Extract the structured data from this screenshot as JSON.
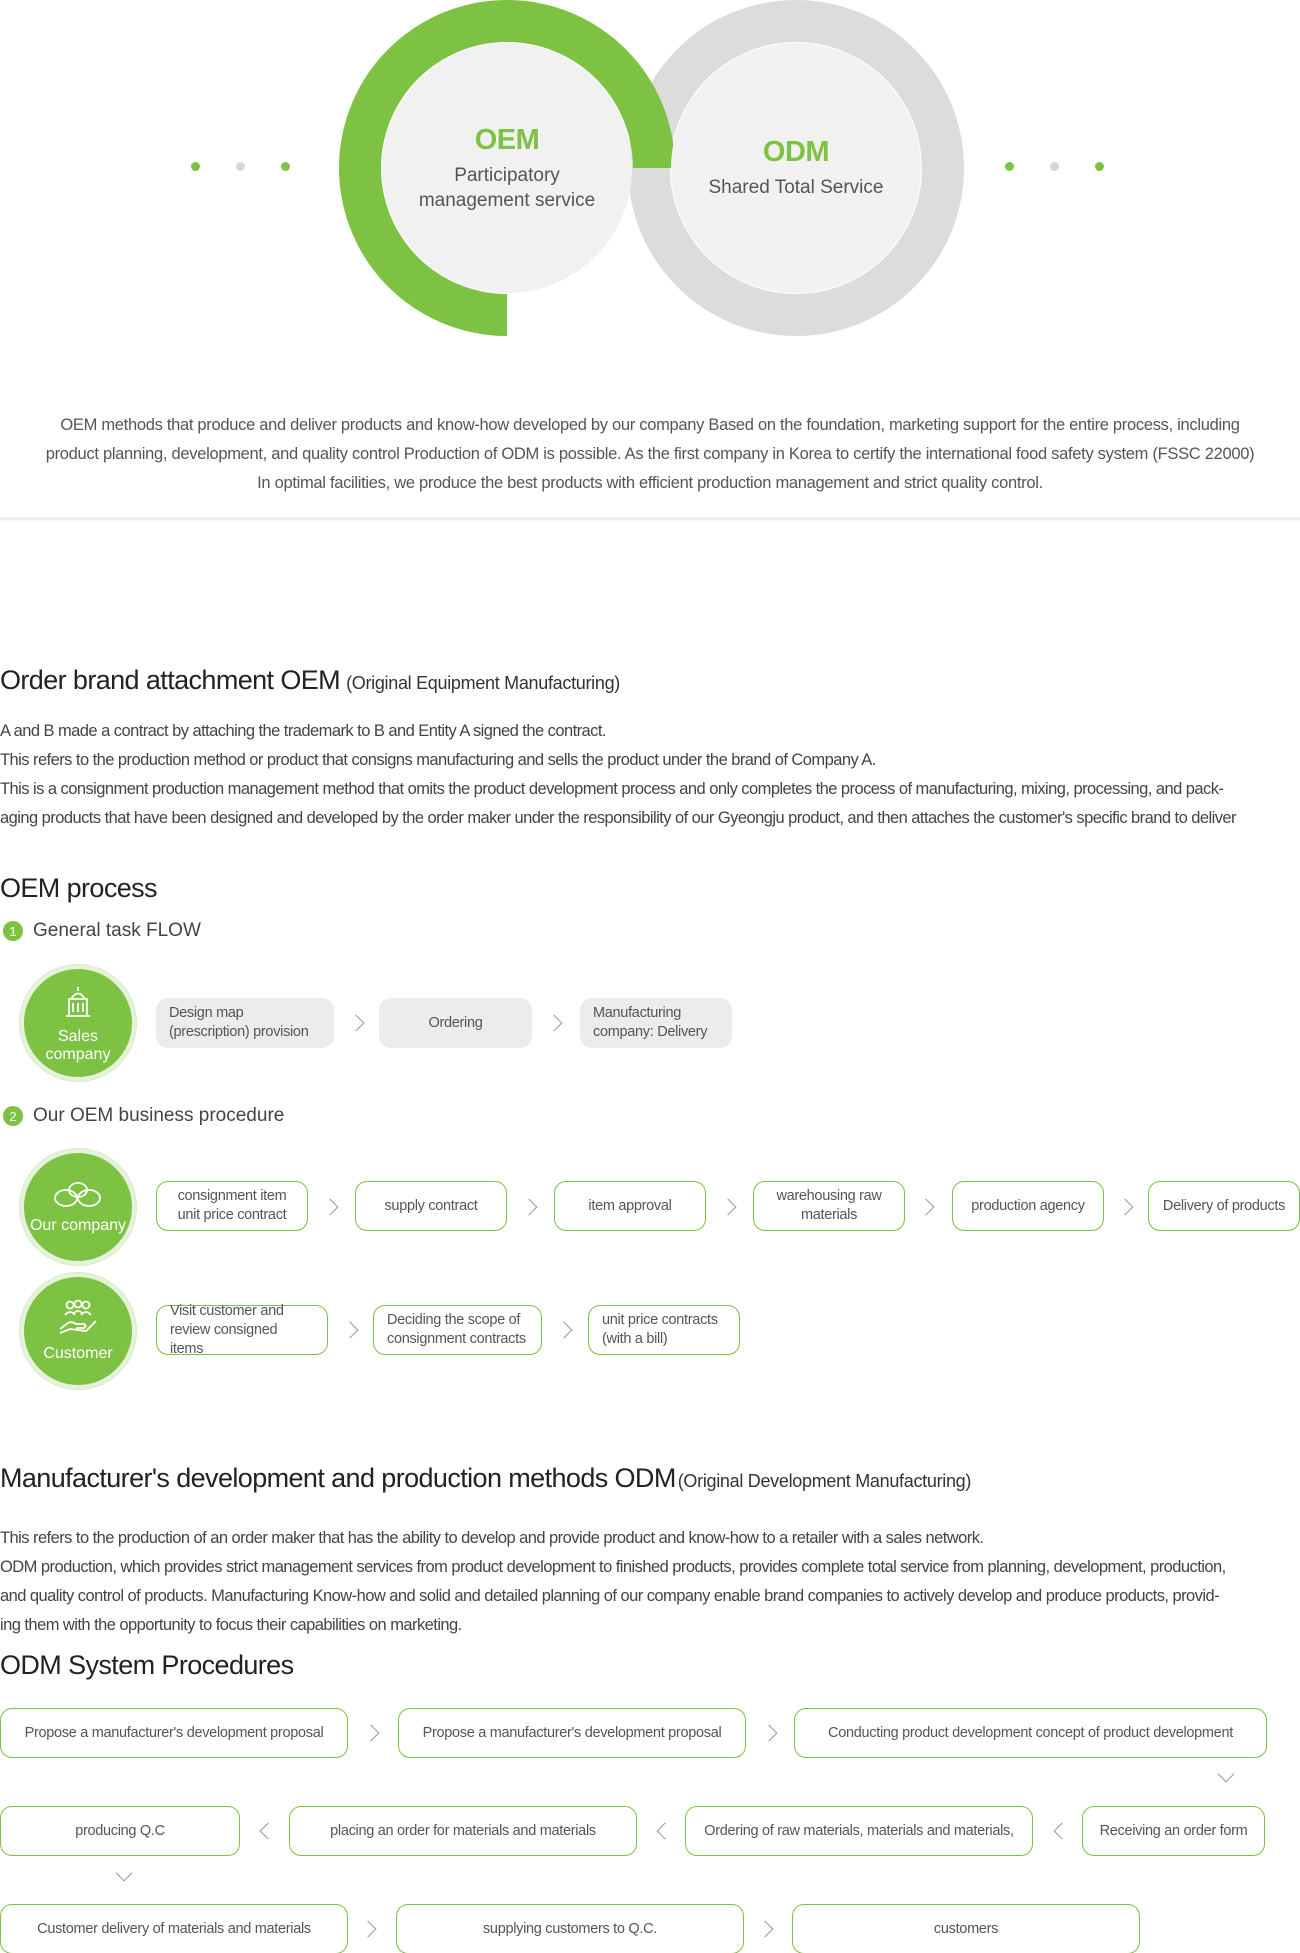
{
  "hero": {
    "oem": {
      "title": "OEM",
      "sub": "Participatory management service"
    },
    "odm": {
      "title": "ODM",
      "sub": "Shared Total Service"
    },
    "colors": {
      "accent": "#7dc242",
      "ring_gray": "#dcdcdc",
      "disc": "#f1f1f1"
    },
    "intro": "OEM methods that produce and deliver products and know-how developed by our company  Based on the foundation, marketing support for the entire process, including product planning, development, and quality control Production of ODM is possible. As the first company in Korea to certify the international food safety system (FSSC 22000) In optimal facilities, we produce the best products with efficient production management and strict quality control."
  },
  "oem": {
    "title": "Order brand attachment OEM",
    "title_note": "(Original Equipment Manufacturing)",
    "paragraphs": [
      "A and B made a contract by attaching the trademark to B and Entity A signed the contract.",
      "This refers to the production method or product that consigns manufacturing and sells the product under the brand of Company A.",
      "This is a consignment production management method that omits the product development process and only completes the process of manufacturing, mixing, processing, and pack-",
      "aging products that have been designed and developed by the order maker under the responsibility of our Gyeongju product, and then attaches the customer's specific brand to deliver"
    ],
    "process_title": "OEM process",
    "step1": {
      "num": "1",
      "label": "General task FLOW",
      "circle_label": "Sales company",
      "boxes": [
        "Design map (prescription) provision",
        "Ordering",
        "Manufacturing company: Delivery"
      ]
    },
    "step2": {
      "num": "2",
      "label": "Our OEM business procedure",
      "company_label": "Our company",
      "company_boxes": [
        "consignment item unit price contract",
        "supply contract",
        "item approval",
        "warehousing raw materials",
        "production agency",
        "Delivery of products"
      ],
      "customer_label": "Customer",
      "customer_boxes": [
        "Visit customer and review consigned items",
        "Deciding the scope of consignment contracts",
        "unit price contracts (with a bill)"
      ]
    }
  },
  "odm": {
    "title": "Manufacturer's development and production methods ODM",
    "title_note": "(Original Development Manufacturing)",
    "paragraphs": [
      "This refers to the production of an order maker that has the ability to develop and provide product and know-how to a retailer with a sales network.",
      "ODM production, which provides strict management services from product development to finished products, provides complete total service from planning, development, production,",
      "and quality control of products. Manufacturing Know-how and solid and detailed planning of our company enable brand companies to actively develop and produce products, provid-",
      "ing them with the opportunity to focus their capabilities on marketing."
    ],
    "procedures_title": "ODM System Procedures",
    "row1": [
      "Propose a manufacturer's development proposal",
      "Propose a manufacturer's development proposal",
      "Conducting product development concept of product development"
    ],
    "row2": [
      "producing Q.C",
      "placing an order for materials and materials",
      "Ordering of raw materials, materials and materials,",
      "Receiving an order form"
    ],
    "row3": [
      "Customer delivery of materials and materials",
      "supplying customers to Q.C.",
      "customers"
    ]
  }
}
